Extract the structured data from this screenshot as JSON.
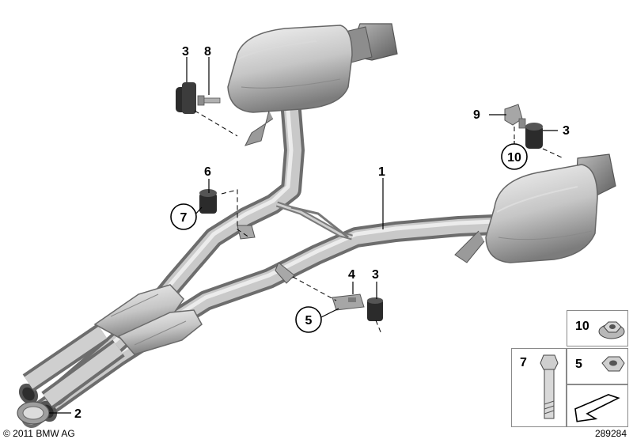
{
  "labels": {
    "muffler_front": "1",
    "clamp": "2",
    "hanger_a": "3",
    "bolt_8": "8",
    "nut_9": "9",
    "nut_10": "10",
    "rubber_3b": "3",
    "rubber_6": "6",
    "bolt_7": "7",
    "bracket_4": "4",
    "hexnut_5": "5",
    "rubber_3c": "3"
  },
  "legend": {
    "item_10": "10",
    "item_7": "7",
    "item_5": "5"
  },
  "footer": {
    "copyright": "© 2011 BMW AG",
    "reference": "289284"
  },
  "colors": {
    "metal_light": "#e4e4e4",
    "metal_mid": "#b9b9b9",
    "metal_dark": "#7d7d7d",
    "rubber": "#2a2a2a"
  }
}
